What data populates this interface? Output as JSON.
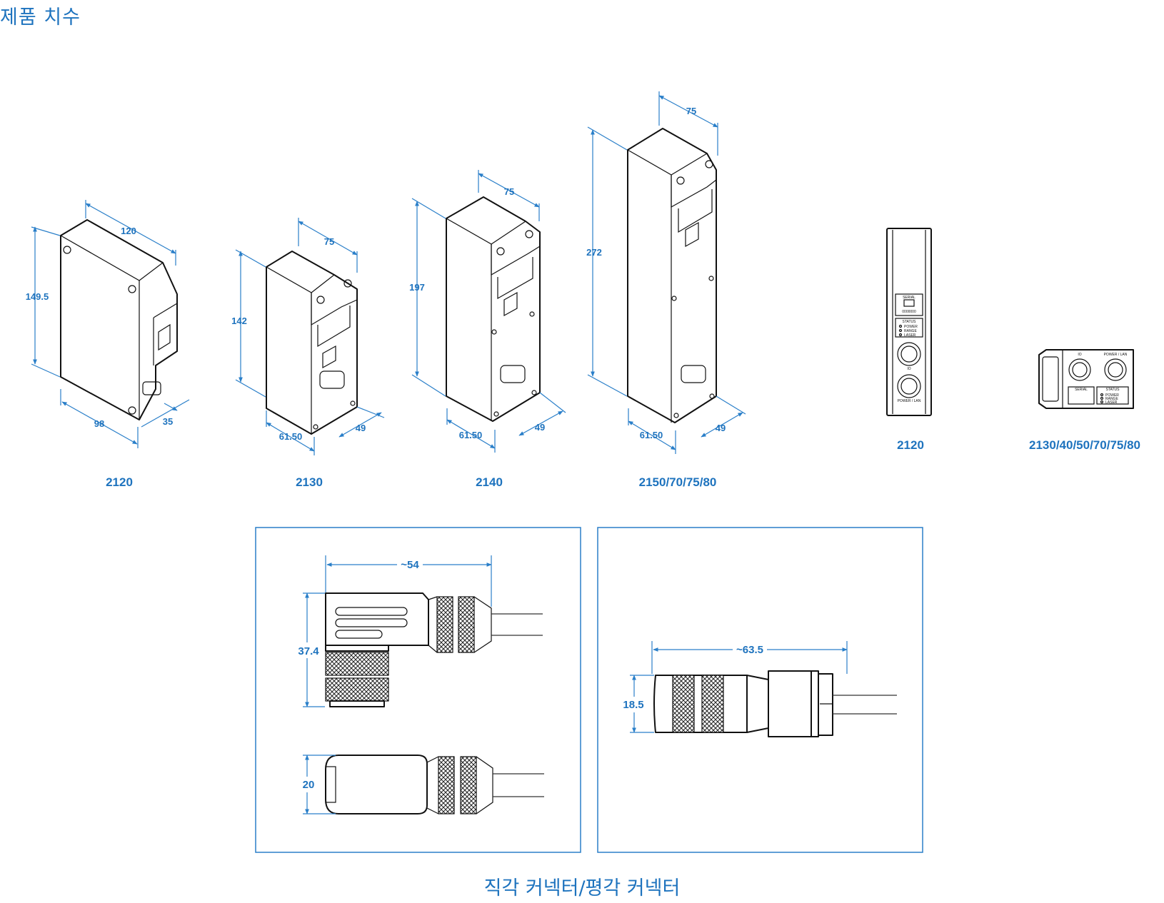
{
  "page": {
    "title": "제품 치수",
    "caption": "직각 커넥터/평각 커넥터"
  },
  "colors": {
    "accent": "#1e73be",
    "line": "#111111"
  },
  "units": [
    {
      "model": "2120",
      "dims": {
        "height": "149.5",
        "width": "120",
        "depth": "98",
        "foot": "35"
      }
    },
    {
      "model": "2130",
      "dims": {
        "height": "142",
        "width": "75",
        "depth": "61.50",
        "foot": "49"
      }
    },
    {
      "model": "2140",
      "dims": {
        "height": "197",
        "width": "75",
        "depth": "61.50",
        "foot": "49"
      }
    },
    {
      "model": "2150/70/75/80",
      "dims": {
        "height": "272",
        "width": "75",
        "depth": "61.50",
        "foot": "49"
      }
    }
  ],
  "panels": [
    {
      "model": "2120",
      "labels": [
        "SERIAL",
        "0000000",
        "STATUS",
        "POWER",
        "RANGE",
        "LASER",
        "IO",
        "POWER / LAN"
      ]
    },
    {
      "model": "2130/40/50/70/75/80",
      "labels": [
        "IO",
        "POWER / LAN",
        "SERIAL",
        "STATUS",
        "POWER",
        "RANGE",
        "LASER"
      ]
    }
  ],
  "connectors": {
    "right_angle": {
      "length": "~54",
      "height": "37.4",
      "width": "20"
    },
    "straight": {
      "length": "~63.5",
      "height": "18.5"
    }
  }
}
